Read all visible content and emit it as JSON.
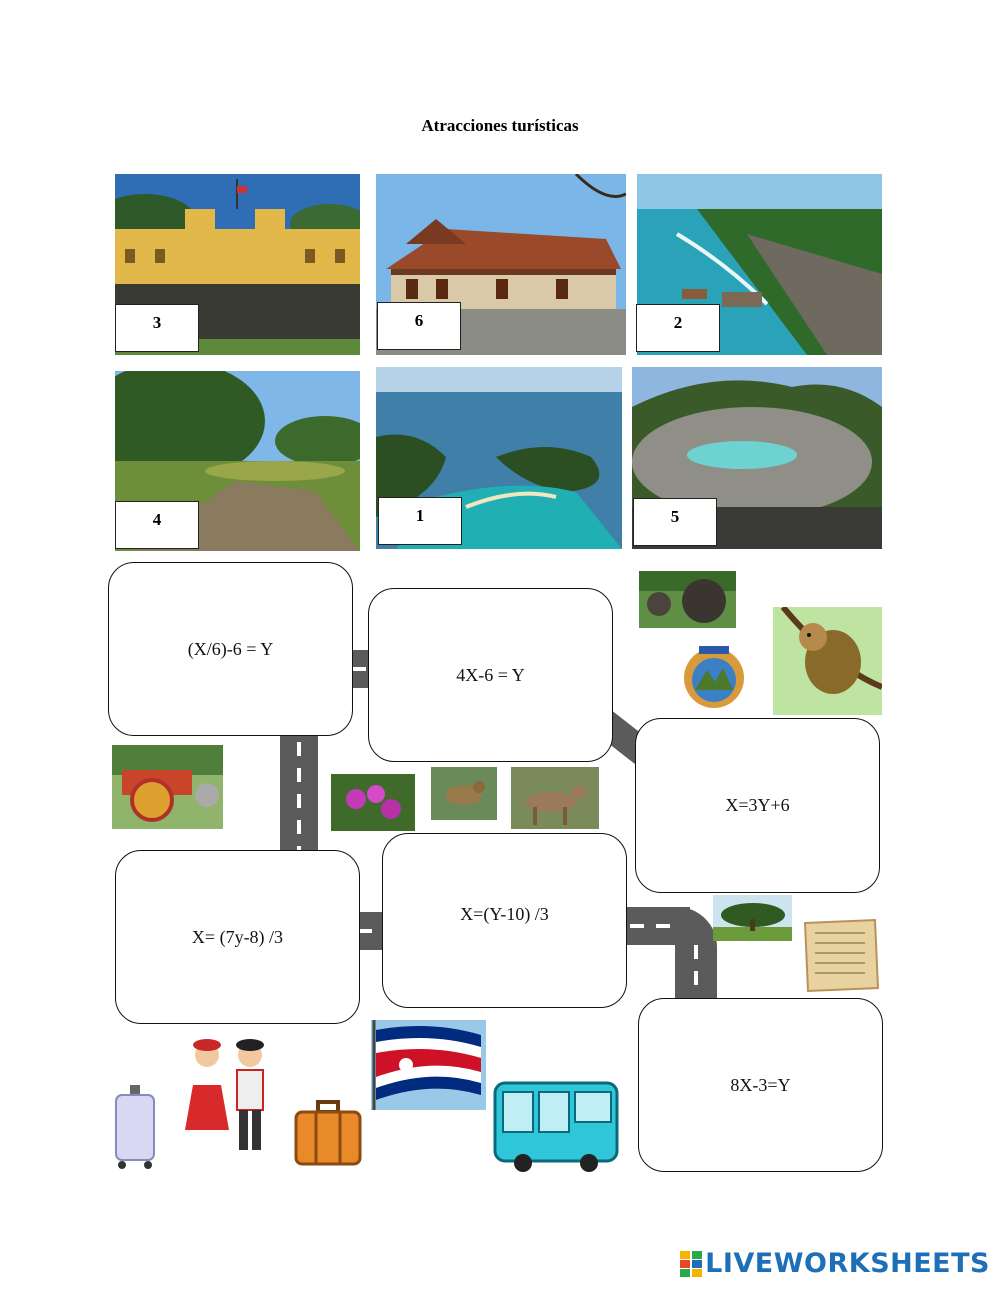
{
  "title": "Atracciones turísticas",
  "photos": [
    {
      "label": "3"
    },
    {
      "label": "6"
    },
    {
      "label": "2"
    },
    {
      "label": "4"
    },
    {
      "label": "1"
    },
    {
      "label": "5"
    }
  ],
  "equations": [
    "(X/6)-6 = Y",
    "4X-6 = Y",
    "X=3Y+6",
    "X= (7y-8) /3",
    "X=(Y-10) /3",
    "8X-3=Y"
  ],
  "brand": "LIVEWORKSHEETS",
  "colors": {
    "brand": "#1d6fb8",
    "road": "#5b5b5b"
  }
}
